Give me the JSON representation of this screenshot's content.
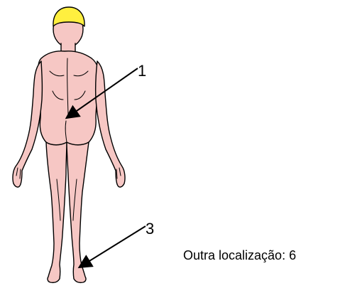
{
  "callouts": [
    {
      "number": "1",
      "location": "lower back"
    },
    {
      "number": "3",
      "location": "right ankle"
    }
  ],
  "other_location": {
    "text": "Outra localização: 6"
  },
  "colors": {
    "skin": "#f6c7c4",
    "hair": "#ffef3f",
    "outline": "#000000",
    "background": "#ffffff"
  },
  "icons": {
    "figure": "human-body-back-view-icon",
    "arrow": "arrow-icon"
  }
}
